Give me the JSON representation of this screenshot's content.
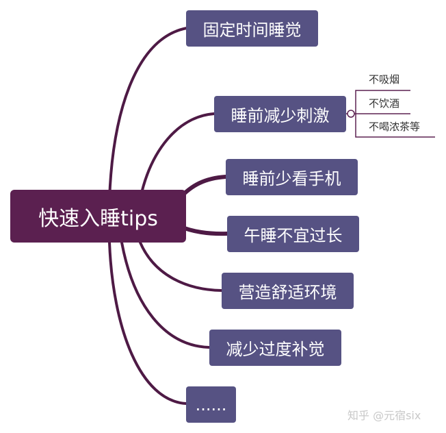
{
  "root": {
    "label": "快速入睡tips"
  },
  "topics": [
    {
      "label": "固定时间睡觉"
    },
    {
      "label": "睡前减少刺激",
      "children": [
        "不吸烟",
        "不饮酒",
        "不喝浓茶等"
      ]
    },
    {
      "label": "睡前少看手机"
    },
    {
      "label": "午睡不宜过长"
    },
    {
      "label": "营造舒适环境"
    },
    {
      "label": "减少过度补觉"
    },
    {
      "label": "......"
    }
  ],
  "watermark": {
    "text": "知乎 @元宿six"
  },
  "colors": {
    "root_fill": "#5b2050",
    "topic_fill": "#565283",
    "branch_line": "#4e1a45",
    "leaf_line": "#5b2050"
  }
}
